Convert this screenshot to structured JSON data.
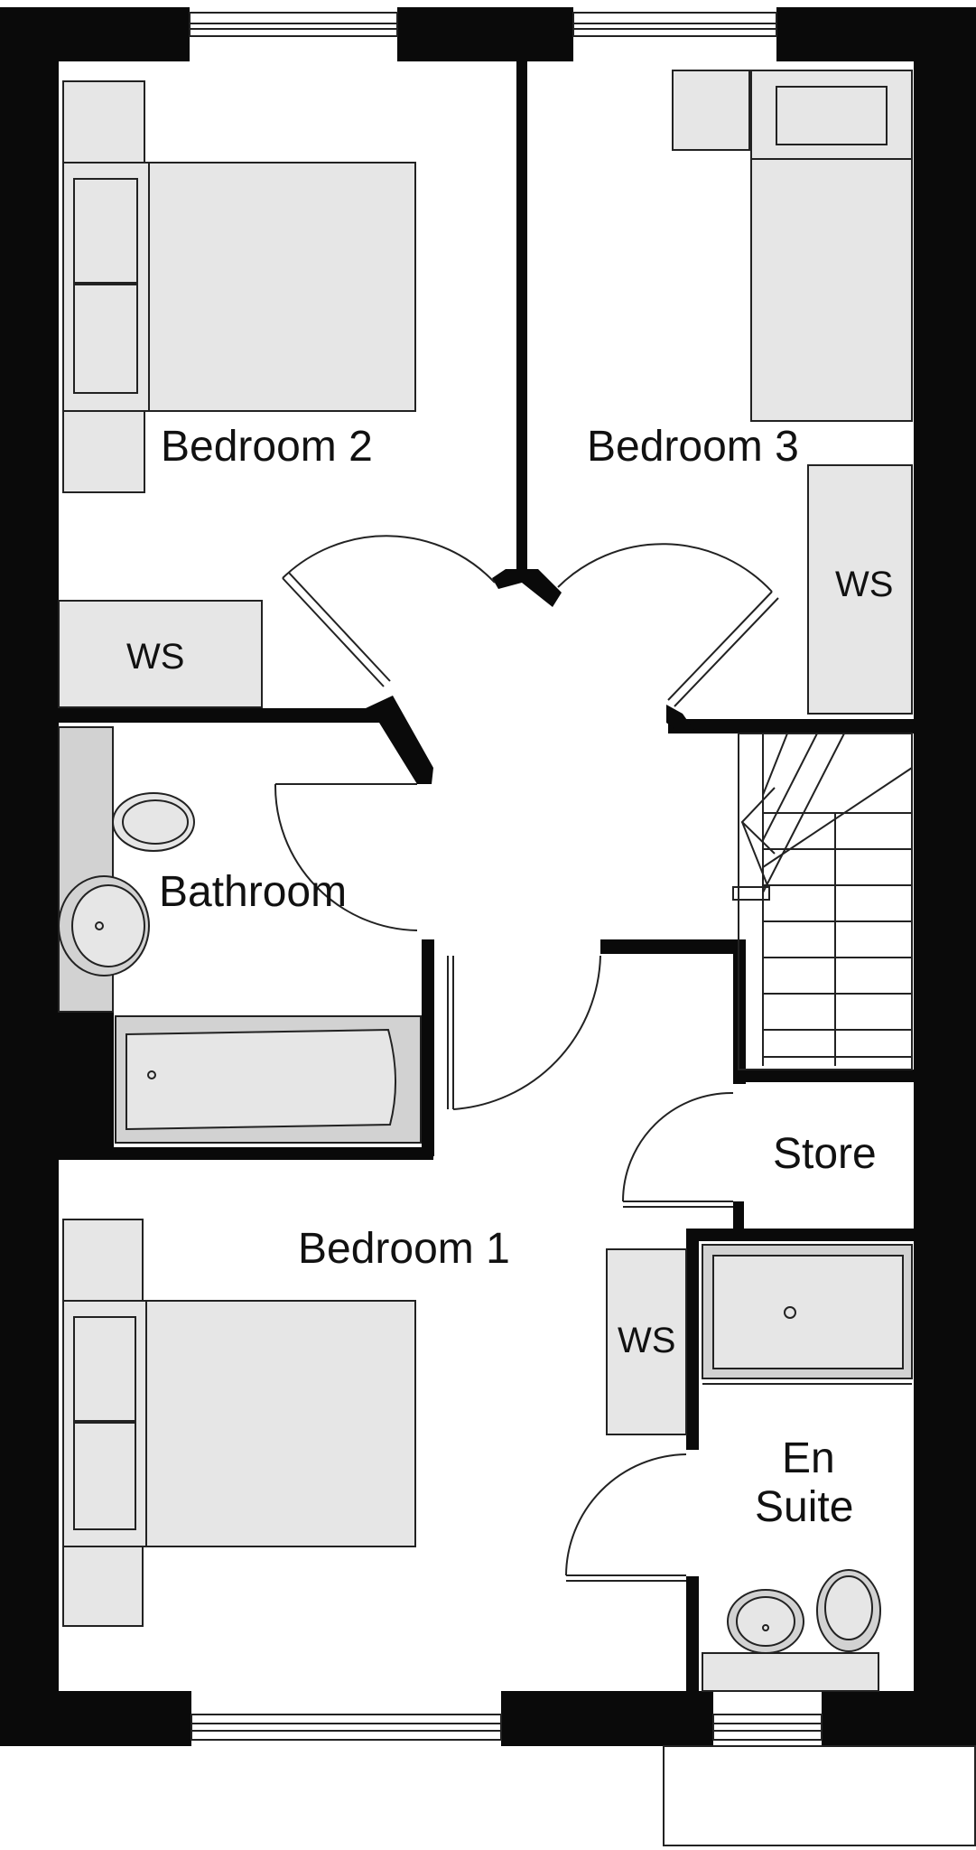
{
  "rooms": {
    "bedroom2": "Bedroom 2",
    "bedroom3": "Bedroom 3",
    "bathroom": "Bathroom",
    "bedroom1": "Bedroom 1",
    "store": "Store",
    "en_suite_line1": "En",
    "en_suite_line2": "Suite"
  },
  "wardrobes": {
    "bedroom2": "WS",
    "bedroom3": "WS",
    "bedroom1": "WS"
  },
  "colors": {
    "wall": "#0a0a0a",
    "furniture": "#e6e6e6",
    "fixture": "#d2d2d2",
    "floor": "#ffffff"
  }
}
